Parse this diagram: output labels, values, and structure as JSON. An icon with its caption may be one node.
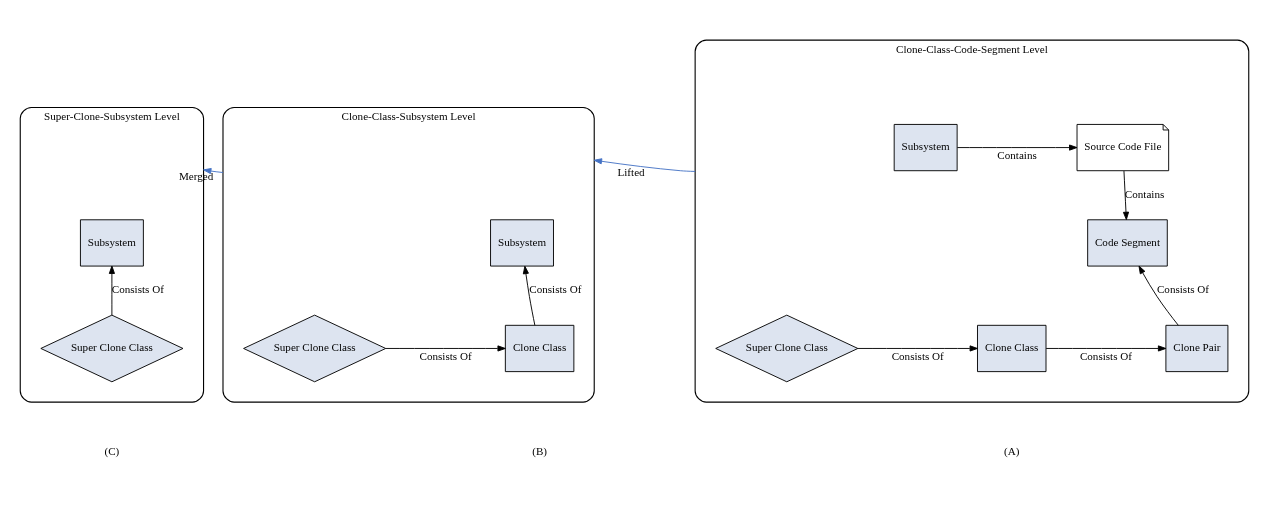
{
  "diagram": {
    "nodes": [
      {
        "text": [
          "Clone-Class-Code-Segment Level"
        ]
      },
      {
        "text": [
          "Source Code File"
        ],
        "in": 0
      },
      {
        "text": [
          "Subsystem"
        ],
        "in": 0
      },
      {
        "text": [
          "Code Segment"
        ],
        "in": 0
      },
      {
        "text": [
          "Clone Pair"
        ],
        "in": 0
      },
      {
        "text": [
          "Clone Class"
        ],
        "in": 0
      },
      {
        "text": [
          "Super Clone Class"
        ],
        "in": 0
      },
      {
        "text": [
          "Clone-Class-Subsystem Level"
        ]
      },
      {
        "text": [
          "Subsystem"
        ],
        "in": 7
      },
      {
        "text": [
          "Clone Class"
        ],
        "in": 7
      },
      {
        "text": [
          "Super Clone Class"
        ],
        "in": 7
      },
      {
        "text": [
          "Super-Clone-Subsystem Level"
        ]
      },
      {
        "text": [
          "Subsystem"
        ],
        "in": 11
      },
      {
        "text": [
          "Super Clone Class"
        ],
        "in": 11
      }
    ],
    "edges": [
      {
        "from": 2,
        "to": 1,
        "arrow": "to",
        "label": "Contains"
      },
      {
        "from": 1,
        "to": 3,
        "arrow": "to",
        "label": "Contains"
      },
      {
        "from": 4,
        "to": 3,
        "arrow": "to",
        "label": "Consists Of"
      },
      {
        "from": 5,
        "to": 4,
        "arrow": "to",
        "label": "Consists Of"
      },
      {
        "from": 6,
        "to": 5,
        "arrow": "to",
        "label": "Consists Of"
      },
      {
        "from": 0,
        "to": 7,
        "arrow": "to",
        "label": "Lifted",
        "color": "#4472c4"
      },
      {
        "from": 7,
        "to": 11,
        "arrow": "to",
        "label": "Merged",
        "color": "#4472c4"
      },
      {
        "from": 9,
        "to": 8,
        "arrow": "to",
        "label": "Consists Of"
      },
      {
        "from": 10,
        "to": 9,
        "arrow": "to",
        "label": "Consists Of"
      },
      {
        "from": 13,
        "to": 12,
        "arrow": "to",
        "label": "Consists Of"
      }
    ],
    "labels": [
      "(A)",
      "(B)",
      "(C)"
    ]
  }
}
